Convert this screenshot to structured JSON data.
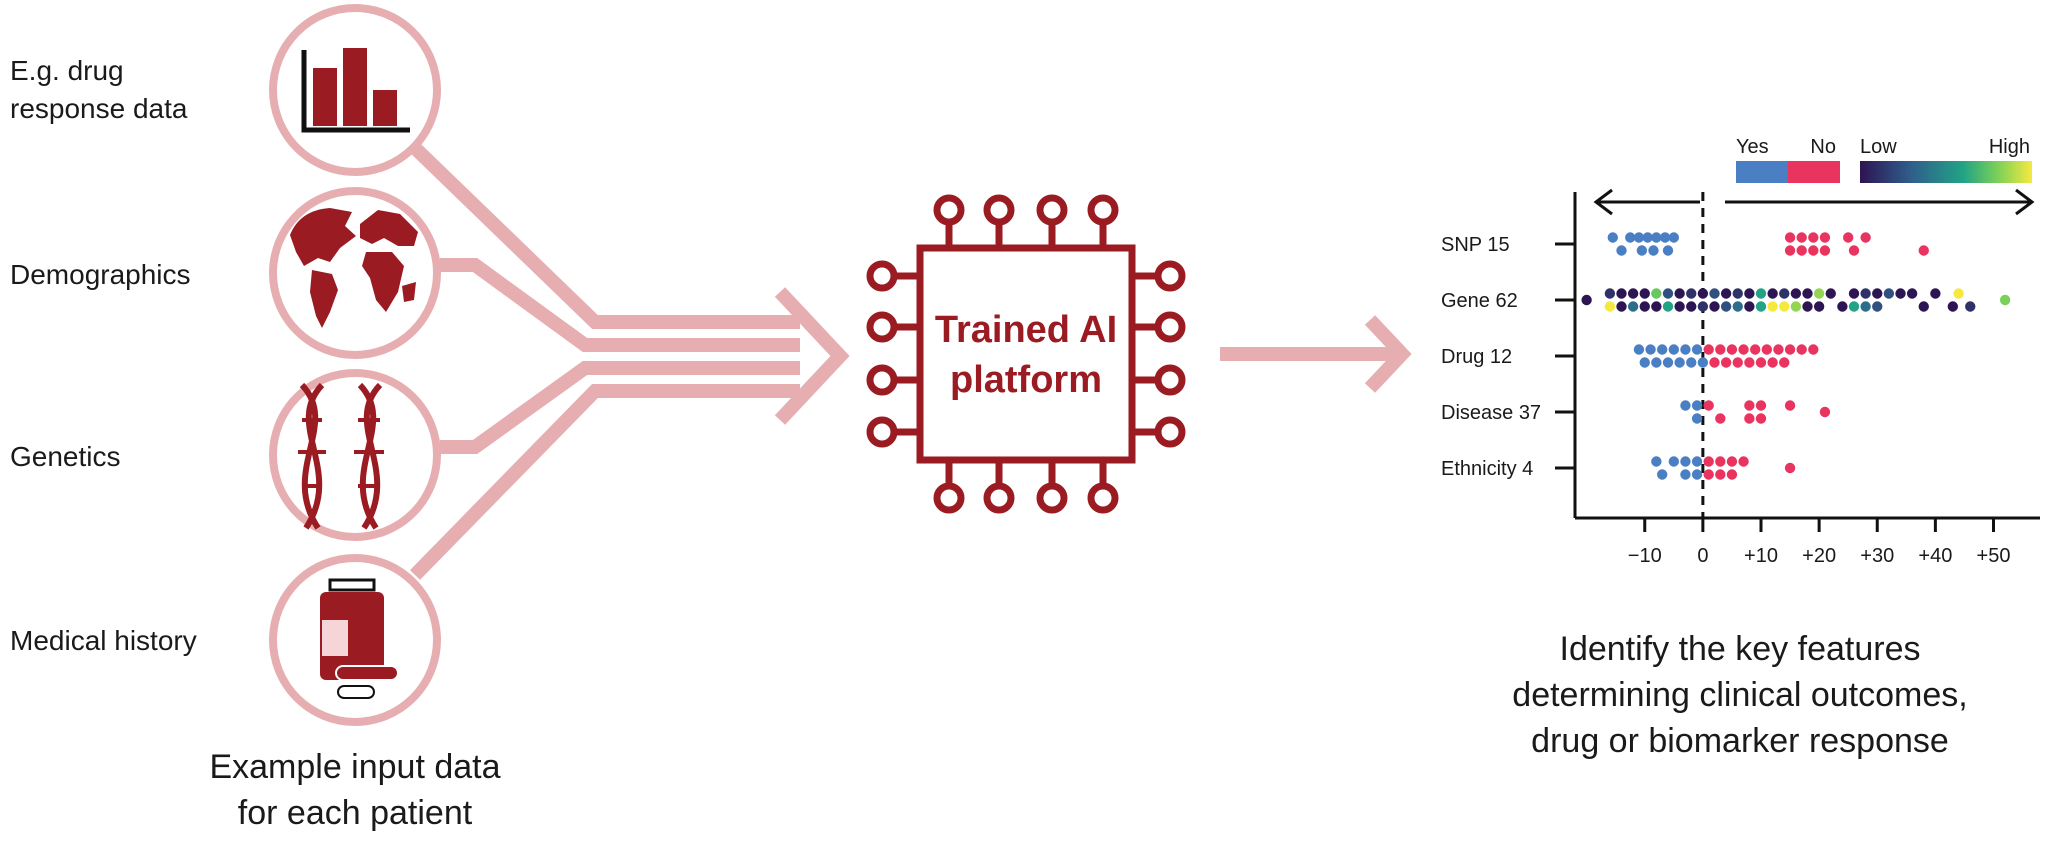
{
  "inputs": {
    "labels": [
      {
        "lines": [
          "E.g. drug",
          "response data"
        ],
        "icon": "bar-chart-icon"
      },
      {
        "lines": [
          "Demographics"
        ],
        "icon": "globe-icon"
      },
      {
        "lines": [
          "Genetics"
        ],
        "icon": "dna-icon"
      },
      {
        "lines": [
          "Medical history"
        ],
        "icon": "pill-bottle-icon"
      }
    ],
    "caption": [
      "Example input data",
      "for each patient"
    ]
  },
  "chip": {
    "lines": [
      "Trained AI",
      "platform"
    ],
    "icon": "chip-icon"
  },
  "output": {
    "caption": [
      "Identify the key features",
      "determining clinical outcomes,",
      "drug or biomarker response"
    ]
  },
  "colors": {
    "connector": "#e6aeb1",
    "brand_red": "#9b1b22",
    "yes": "#4a7fc4",
    "no": "#e8345e"
  },
  "chart_data": {
    "type": "scatter",
    "categories": [
      "SNP 15",
      "Gene 62",
      "Drug 12",
      "Disease 37",
      "Ethnicity 4"
    ],
    "x_ticks": [
      "−10",
      "0",
      "+10",
      "+20",
      "+30",
      "+40",
      "+50"
    ],
    "x_tick_values": [
      -10,
      0,
      10,
      20,
      30,
      40,
      50
    ],
    "xlim": [
      -22,
      58
    ],
    "legend": {
      "categorical": [
        {
          "label": "Yes",
          "color": "#4a7fc4"
        },
        {
          "label": "No",
          "color": "#e8345e"
        }
      ],
      "continuous": {
        "low_label": "Low",
        "high_label": "High",
        "colors": [
          "#2d1452",
          "#2f5f8c",
          "#22a385",
          "#7bd058",
          "#f5e940"
        ]
      }
    },
    "series": [
      {
        "category": "SNP 15",
        "x": [
          -15.5,
          -12.5,
          -11,
          -9.5,
          -8,
          -6.5,
          -5,
          -14,
          -10.5,
          -8.5,
          -6,
          15,
          17,
          19,
          21,
          15,
          17,
          19,
          21,
          25,
          28,
          26,
          38
        ],
        "dy": [
          -1,
          -1,
          -1,
          -1,
          -1,
          -1,
          -1,
          1,
          1,
          1,
          1,
          -1,
          -1,
          -1,
          -1,
          1,
          1,
          1,
          1,
          -1,
          -1,
          1,
          1
        ],
        "color": [
          "yes",
          "yes",
          "yes",
          "yes",
          "yes",
          "yes",
          "yes",
          "yes",
          "yes",
          "yes",
          "yes",
          "no",
          "no",
          "no",
          "no",
          "no",
          "no",
          "no",
          "no",
          "no",
          "no",
          "no",
          "no"
        ]
      },
      {
        "category": "Gene 62",
        "x": [
          -20,
          -16,
          -14,
          -12,
          -10,
          -8,
          -6,
          -4,
          -2,
          0,
          2,
          4,
          6,
          8,
          10,
          12,
          14,
          16,
          18,
          20,
          22,
          26,
          28,
          30,
          32,
          34,
          36,
          -16,
          -14,
          -12,
          -10,
          -8,
          -6,
          -4,
          -2,
          0,
          2,
          4,
          6,
          8,
          10,
          12,
          14,
          16,
          18,
          20,
          24,
          26,
          28,
          30,
          38,
          40,
          43,
          44,
          46,
          52
        ],
        "dy": [
          0,
          -1,
          -1,
          -1,
          -1,
          -1,
          -1,
          -1,
          -1,
          -1,
          -1,
          -1,
          -1,
          -1,
          -1,
          -1,
          -1,
          -1,
          -1,
          -1,
          -1,
          -1,
          -1,
          -1,
          -1,
          -1,
          -1,
          1,
          1,
          1,
          1,
          1,
          1,
          1,
          1,
          1,
          1,
          1,
          1,
          1,
          1,
          1,
          1,
          1,
          1,
          1,
          1,
          1,
          1,
          1,
          1,
          -1,
          1,
          -1,
          1,
          0
        ],
        "v": [
          0.0,
          0.1,
          0.0,
          0.0,
          0.0,
          0.7,
          0.2,
          0.0,
          0.1,
          0.0,
          0.2,
          0.0,
          0.1,
          0.0,
          0.5,
          0.0,
          0.1,
          0.0,
          0.0,
          0.8,
          0.0,
          0.0,
          0.1,
          0.0,
          0.2,
          0.0,
          0.0,
          1.0,
          0.0,
          0.3,
          0.0,
          0.0,
          0.5,
          0.0,
          0.0,
          0.1,
          0.0,
          0.2,
          0.3,
          0.0,
          0.5,
          1.0,
          1.0,
          0.8,
          0.0,
          0.0,
          0.0,
          0.5,
          0.3,
          0.2,
          0.0,
          0.0,
          0.0,
          1.0,
          0.1,
          0.75
        ]
      },
      {
        "category": "Drug 12",
        "x": [
          -11,
          -9,
          -7,
          -5,
          -3,
          -1,
          1,
          3,
          5,
          7,
          9,
          11,
          13,
          15,
          -10,
          -8,
          -6,
          -4,
          -2,
          0,
          2,
          4,
          6,
          8,
          10,
          12,
          14,
          17,
          19
        ],
        "dy": [
          -1,
          -1,
          -1,
          -1,
          -1,
          -1,
          -1,
          -1,
          -1,
          -1,
          -1,
          -1,
          -1,
          -1,
          1,
          1,
          1,
          1,
          1,
          1,
          1,
          1,
          1,
          1,
          1,
          1,
          1,
          -1,
          -1
        ],
        "color": [
          "yes",
          "yes",
          "yes",
          "yes",
          "yes",
          "yes",
          "no",
          "no",
          "no",
          "no",
          "no",
          "no",
          "no",
          "no",
          "yes",
          "yes",
          "yes",
          "yes",
          "yes",
          "yes",
          "no",
          "no",
          "no",
          "no",
          "no",
          "no",
          "no",
          "no",
          "no"
        ]
      },
      {
        "category": "Disease 37",
        "x": [
          -3,
          -1,
          1,
          3,
          8,
          10,
          15,
          21,
          -1,
          8,
          10
        ],
        "dy": [
          -1,
          -1,
          -1,
          1,
          -1,
          -1,
          -1,
          0,
          1,
          1,
          1
        ],
        "color": [
          "yes",
          "yes",
          "no",
          "no",
          "no",
          "no",
          "no",
          "no",
          "yes",
          "no",
          "no"
        ]
      },
      {
        "category": "Ethnicity 4",
        "x": [
          -8,
          -5,
          -3,
          -1,
          1,
          3,
          5,
          7,
          -7,
          -3,
          -1,
          1,
          3,
          5,
          15
        ],
        "dy": [
          -1,
          -1,
          -1,
          -1,
          -1,
          -1,
          -1,
          -1,
          1,
          1,
          1,
          1,
          1,
          1,
          0
        ],
        "color": [
          "yes",
          "yes",
          "yes",
          "yes",
          "no",
          "no",
          "no",
          "no",
          "yes",
          "yes",
          "yes",
          "no",
          "no",
          "no",
          "no"
        ]
      }
    ]
  }
}
